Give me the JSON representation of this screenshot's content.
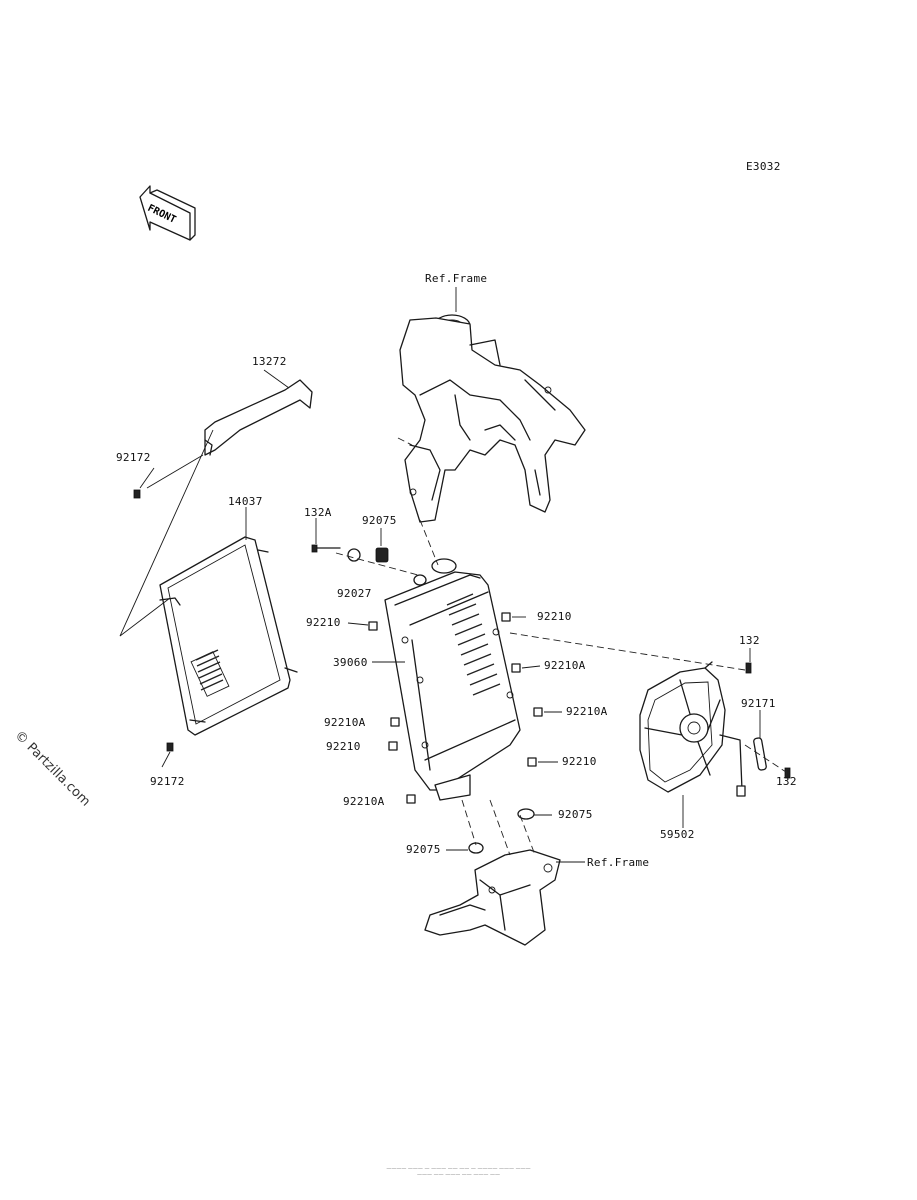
{
  "diagram": {
    "code": "E3032",
    "front_badge": "FRONT",
    "watermark": "© Partzilla.com",
    "parts": {
      "ref_frame_top": "Ref.Frame",
      "ref_frame_bottom": "Ref.Frame",
      "p13272": "13272",
      "p92172_top": "92172",
      "p14037": "14037",
      "p92172_bottom": "92172",
      "p132A": "132A",
      "p92075_top": "92075",
      "p92027": "92027",
      "p92210_left1": "92210",
      "p39060": "39060",
      "p92210A_left": "92210A",
      "p92210_left2": "92210",
      "p92210A_bottom": "92210A",
      "p92210_right1": "92210",
      "p92210A_right1": "92210A",
      "p92210A_right2": "92210A",
      "p92210_right2": "92210",
      "p92075_right": "92075",
      "p92075_bottom": "92075",
      "p132_top": "132",
      "p92171": "92171",
      "p132_bottom": "132",
      "p59502": "59502"
    }
  }
}
